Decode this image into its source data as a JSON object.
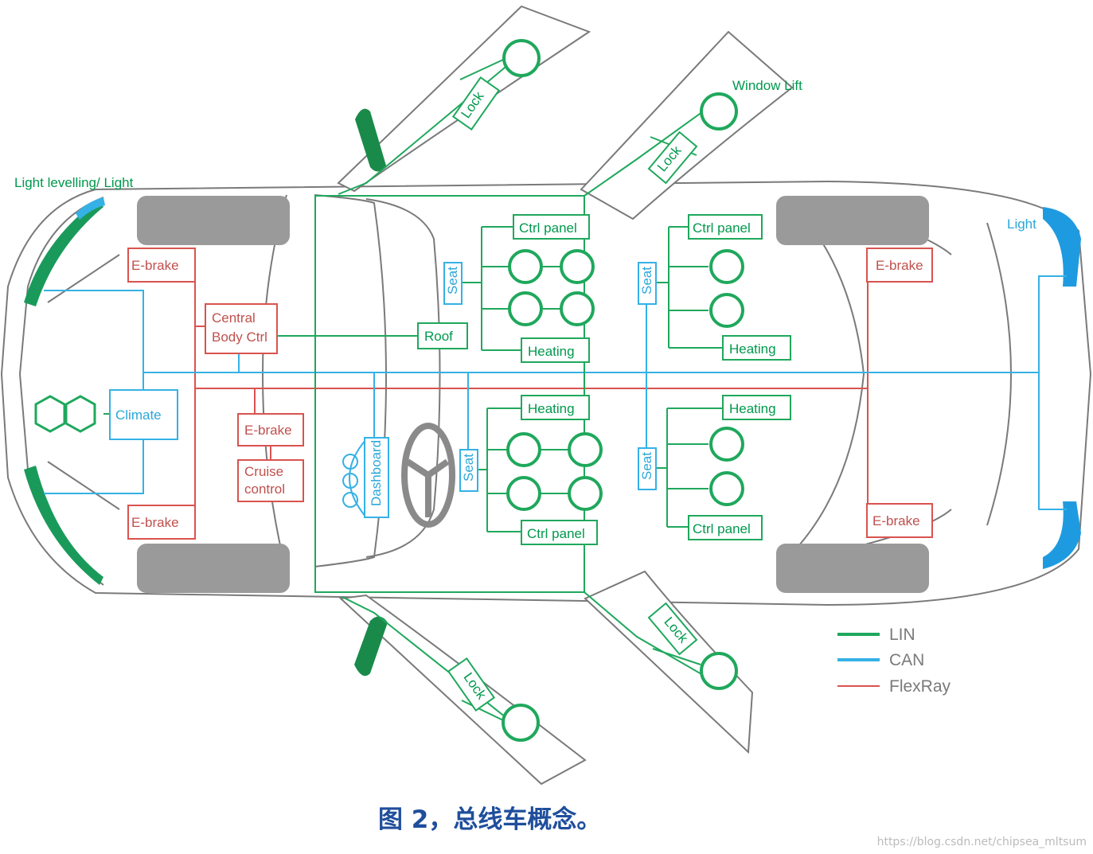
{
  "colors": {
    "lin": "#1fa85c",
    "can": "#35b1e6",
    "flexray": "#d9534f",
    "body_outline": "#7a7a7a",
    "wheel": "#9a9a9a",
    "caption": "#1f4e9c"
  },
  "labels": {
    "light_front": "Light levelling/ Light",
    "light_rear": "Light",
    "window_lift": "Window Lift",
    "ebrake_fl": "E-brake",
    "ebrake_rl": "E-brake",
    "ebrake_fr": "E-brake",
    "ebrake_rr": "E-brake",
    "ebrake_center": "E-brake",
    "central_body_1": "Central",
    "central_body_2": "Body Ctrl",
    "cruise_1": "Cruise",
    "cruise_2": "control",
    "climate": "Climate",
    "roof": "Roof",
    "dashboard": "Dashboard",
    "ctrl_panel_1": "Ctrl panel",
    "ctrl_panel_2": "Ctrl panel",
    "ctrl_panel_3": "Ctrl panel",
    "ctrl_panel_4": "Ctrl panel",
    "heating_1": "Heating",
    "heating_2": "Heating",
    "heating_3": "Heating",
    "heating_4": "Heating",
    "seat_1": "Seat",
    "seat_2": "Seat",
    "seat_3": "Seat",
    "seat_4": "Seat",
    "lock_1": "Lock",
    "lock_2": "Lock",
    "lock_3": "Lock",
    "lock_4": "Lock"
  },
  "legend": [
    {
      "name": "LIN",
      "color": "#1fa85c"
    },
    {
      "name": "CAN",
      "color": "#35b1e6"
    },
    {
      "name": "FlexRay",
      "color": "#d9534f"
    }
  ],
  "caption": "图 2，总线车概念。",
  "watermark": "https://blog.csdn.net/chipsea_mltsum"
}
